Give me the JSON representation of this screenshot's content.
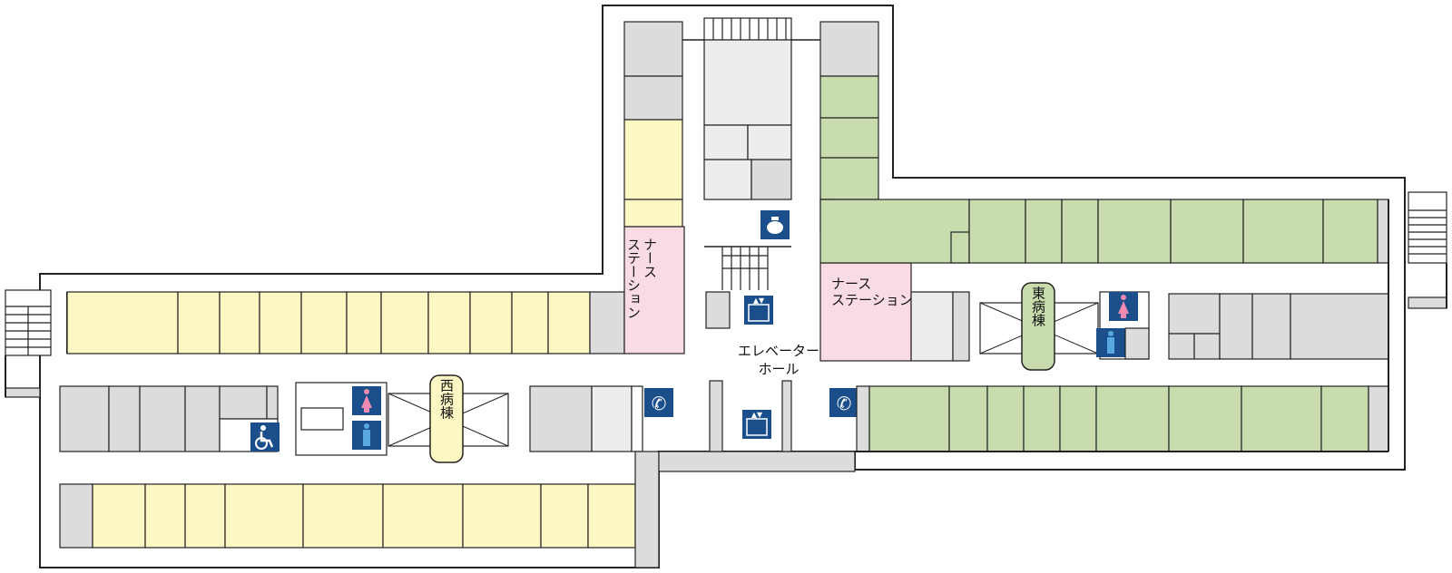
{
  "labels": {
    "west_ward": "西病棟",
    "east_ward": "東病棟",
    "nurse_station_left": "ナース\nステーション",
    "nurse_station_right": "ナース\nステーション",
    "elevator_hall": "エレベーター\nホール"
  },
  "colors": {
    "west_rooms": "#fdf7c3",
    "east_rooms": "#c8dcae",
    "nurse_station": "#f9dbe4",
    "service": "#dcdcdc",
    "icon_blue": "#1b4f8c",
    "female_pink": "#f08ab0",
    "male_blue": "#5aa8e0"
  },
  "icons": [
    "elevator-icon",
    "female-restroom-icon",
    "male-restroom-icon",
    "accessible-restroom-icon",
    "phone-icon",
    "kettle-icon",
    "stairs-icon"
  ]
}
